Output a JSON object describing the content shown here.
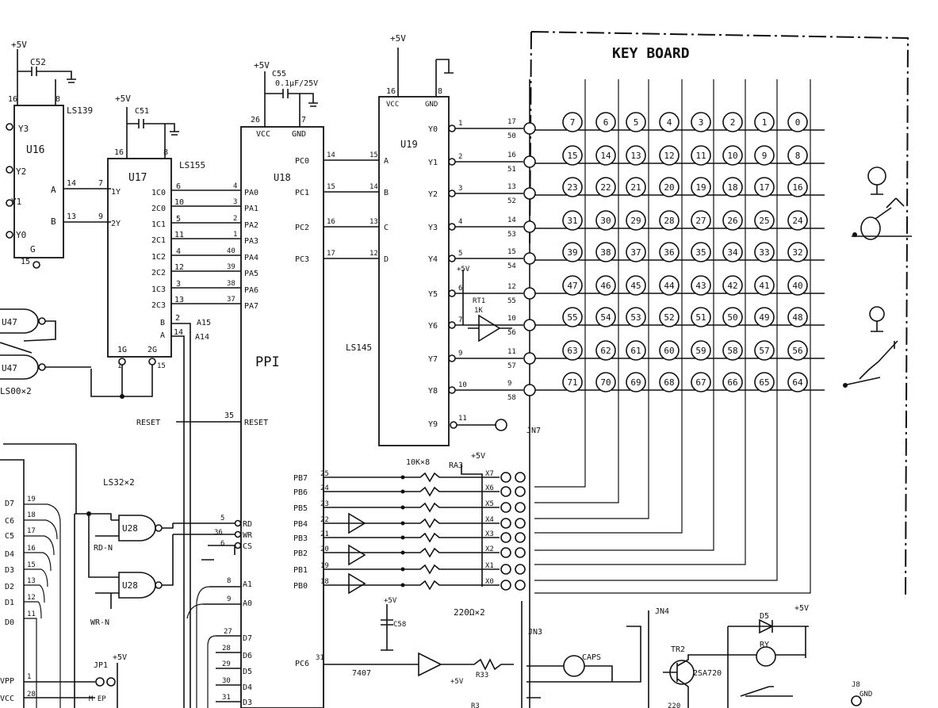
{
  "keyboard": {
    "title": "KEY BOARD",
    "rows": [
      [
        "7",
        "6",
        "5",
        "4",
        "3",
        "2",
        "1",
        "0"
      ],
      [
        "15",
        "14",
        "13",
        "12",
        "11",
        "10",
        "9",
        "8"
      ],
      [
        "23",
        "22",
        "21",
        "20",
        "19",
        "18",
        "17",
        "16"
      ],
      [
        "31",
        "30",
        "29",
        "28",
        "27",
        "26",
        "25",
        "24"
      ],
      [
        "39",
        "38",
        "37",
        "36",
        "35",
        "34",
        "33",
        "32"
      ],
      [
        "47",
        "46",
        "45",
        "44",
        "43",
        "42",
        "41",
        "40"
      ],
      [
        "55",
        "54",
        "53",
        "52",
        "51",
        "50",
        "49",
        "48"
      ],
      [
        "63",
        "62",
        "61",
        "60",
        "59",
        "58",
        "57",
        "56"
      ],
      [
        "71",
        "70",
        "69",
        "68",
        "67",
        "66",
        "65",
        "64"
      ]
    ]
  },
  "labels": {
    "u16": "U16",
    "u16_type": "LS139",
    "u16_vcc": "+5V",
    "c52": "C52",
    "u16_p16": "16",
    "u16_p8": "8",
    "u16_p15": "15",
    "u16_y3": "Y3",
    "u16_y2": "Y2",
    "u16_y1": "Y1",
    "u16_y0": "Y0",
    "u16_g": "G",
    "u16_a": "A",
    "u16_b": "B",
    "u16_p14": "14",
    "u16_p13": "13",
    "u17": "U17",
    "u17_type": "LS155",
    "u17_vcc": "+5V",
    "c51": "C51",
    "u17_p16": "16",
    "u17_p8": "8",
    "u17_1y": "1Y",
    "u17_2y": "2Y",
    "u17_p7": "7",
    "u17_p9": "9",
    "u17_1c0": "1C0",
    "u17_2c0": "2C0",
    "u17_1c1": "1C1",
    "u17_2c1": "2C1",
    "u17_1c2": "1C2",
    "u17_2c2": "2C2",
    "u17_1c3": "1C3",
    "u17_2c3": "2C3",
    "u17_n6": "6",
    "u17_n10": "10",
    "u17_n5": "5",
    "u17_n11": "11",
    "u17_n4": "4",
    "u17_n12": "12",
    "u17_n3": "3",
    "u17_n13": "13",
    "u17_b": "B",
    "u17_a": "A",
    "u17_n2": "2",
    "u17_n14": "14",
    "u17_1g": "1G",
    "u17_2g": "2G",
    "u17_n1": "1",
    "u17_n15": "15",
    "a15": "A15",
    "a14": "A14",
    "u18": "U18",
    "ppi": "PPI",
    "c55": "C55",
    "c55_val": "0.1µF/25V",
    "u18_vcc_rail": "+5V",
    "u18_vcc": "VCC",
    "u18_gnd": "GND",
    "u18_p26": "26",
    "u18_p7": "7",
    "pa0": "PA0",
    "pa1": "PA1",
    "pa2": "PA2",
    "pa3": "PA3",
    "pa4": "PA4",
    "pa5": "PA5",
    "pa6": "PA6",
    "pa7": "PA7",
    "pa_n4": "4",
    "pa_n3": "3",
    "pa_n2": "2",
    "pa_n1": "1",
    "pa_n40": "40",
    "pa_n39": "39",
    "pa_n38": "38",
    "pa_n37": "37",
    "pc0": "PC0",
    "pc1": "PC1",
    "pc2": "PC2",
    "pc3": "PC3",
    "pc_n14": "14",
    "pc_n15": "15",
    "pc_n16": "16",
    "pc_n17": "17",
    "reset_in": "RESET",
    "reset_pin": "RESET",
    "p35": "35",
    "rd": "RD",
    "wr": "WR",
    "cs": "CS",
    "a1": "A1",
    "a0": "A0",
    "n5": "5",
    "n36": "36",
    "n6": "6",
    "n8": "8",
    "n9": "9",
    "d7": "D7",
    "d6": "D6",
    "d5": "D5",
    "d4": "D4",
    "d3": "D3",
    "n27": "27",
    "n28": "28",
    "n29": "29",
    "n30": "30",
    "n31": "31",
    "u19": "U19",
    "u19_vcc": "+5V",
    "u19_vccl": "VCC",
    "u19_gndl": "GND",
    "u19_p16": "16",
    "u19_p8": "8",
    "ls145": "LS145",
    "u19_a": "A",
    "u19_b": "B",
    "u19_c": "C",
    "u19_d": "D",
    "u19_n15": "15",
    "u19_n14": "14",
    "u19_n13": "13",
    "u19_n12": "12",
    "y0": "Y0",
    "y1": "Y1",
    "y2": "Y2",
    "y3": "Y3",
    "y4": "Y4",
    "y5": "Y5",
    "y6": "Y6",
    "y7": "Y7",
    "y8": "Y8",
    "y9": "Y9",
    "yn1": "1",
    "yn2": "2",
    "yn3": "3",
    "yn4": "4",
    "yn5": "5",
    "yn6": "6",
    "yn7": "7",
    "yn9": "9",
    "yn10": "10",
    "yn11": "11",
    "ky1": "17",
    "ky1b": "50",
    "ky2": "16",
    "ky2b": "51",
    "ky3": "13",
    "ky3b": "52",
    "ky4": "14",
    "ky4b": "53",
    "ky5": "15",
    "ky5b": "54",
    "ky6": "12",
    "ky6b": "55",
    "ky7": "10",
    "ky7b": "56",
    "ky8": "11",
    "ky8b": "57",
    "ky9": "9",
    "ky9b": "58",
    "rt1": "RT1",
    "r_1k": "1K",
    "buf_vcc": "+5V",
    "jn7": "JN7",
    "ls00": "LS00×2",
    "u47a": "U47",
    "u47b": "U47",
    "ls32": "LS32×2",
    "u28a": "U28",
    "u28b": "U28",
    "rd_n": "RD-N",
    "wr_n": "WR-N",
    "d7l": "D7",
    "c6l": "C6",
    "c5l": "C5",
    "d4l": "D4",
    "d3l": "D3",
    "d2l": "D2",
    "d1l": "D1",
    "d0l": "D0",
    "dn19": "19",
    "dn18": "18",
    "dn17": "17",
    "dn16": "16",
    "dn15": "15",
    "dn13": "13",
    "dn12": "12",
    "dn11": "11",
    "vpp": "VPP",
    "vcc": "VCC",
    "n1": "1",
    "n28b": "28",
    "jp1": "JP1",
    "jp_vcc": "+5V",
    "m_ep": "M EP",
    "ra3": "RA3",
    "idk8": "10K×8",
    "ra_vcc": "+5V",
    "pb7": "PB7",
    "pb6": "PB6",
    "pb5": "PB5",
    "pb4": "PB4",
    "pb3": "PB3",
    "pb2": "PB2",
    "pb1": "PB1",
    "pb0": "PB0",
    "pbn25": "25",
    "pbn24": "24",
    "pbn23": "23",
    "pbn22": "22",
    "pbn21": "21",
    "pbn20": "20",
    "pbn19": "19",
    "pbn18": "18",
    "x7": "X7",
    "x6": "X6",
    "x5": "X5",
    "x4": "X4",
    "x3": "X3",
    "x2": "X2",
    "x1": "X1",
    "x0": "X0",
    "r220": "220Ω×2",
    "jn3": "JN3",
    "c58": "C58",
    "c58_vcc": "+5V",
    "pc6": "PC6",
    "pc6_n": "31",
    "ic7407": "7407",
    "caps": "CAPS",
    "r33": "R33",
    "r_vcc": "+5V",
    "r3": "R3",
    "jn4": "JN4",
    "tr2": "TR2",
    "tr2_type": "2SA720",
    "ry": "RY",
    "d5_vcc": "+5V",
    "j8": "J8",
    "gnd": "GND",
    "r_bottom": "220"
  }
}
